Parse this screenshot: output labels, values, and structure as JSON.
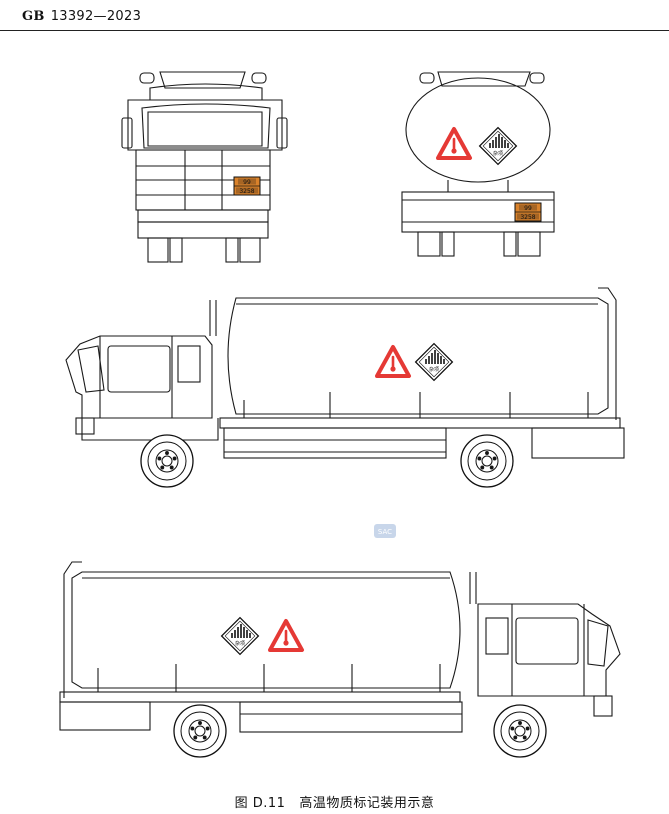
{
  "header": {
    "std_prefix": "GB",
    "std_number": "13392—2023"
  },
  "figure": {
    "label_code": "99",
    "label_un": "3258",
    "hazard_text": "杂项",
    "hazard_class": "9",
    "colors": {
      "line": "#1a1a1a",
      "hot_red": "#e53935",
      "plate_orange": "#d9822b"
    },
    "watermark": "SAC"
  },
  "caption": {
    "number": "图 D.11",
    "title": "高温物质标记装用示意"
  }
}
